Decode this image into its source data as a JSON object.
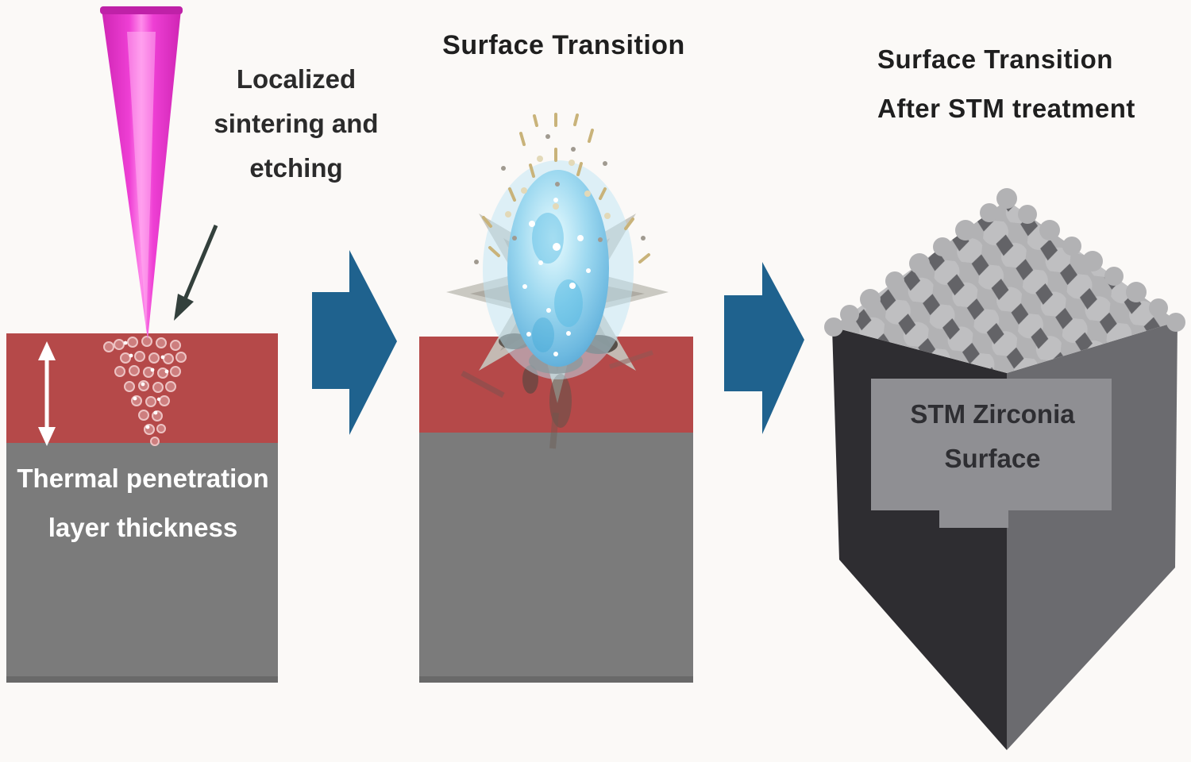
{
  "titles": {
    "middle": "Surface Transition",
    "right_line1": "Surface Transition",
    "right_line2": "After STM treatment"
  },
  "labels": {
    "laser_annotation_line1": "Localized",
    "laser_annotation_line2": "sintering and",
    "laser_annotation_line3": "etching",
    "thermal_line1": "Thermal penetration",
    "thermal_line2": "layer thickness",
    "cube_line1": "STM Zirconia",
    "cube_line2": "Surface"
  },
  "icons": {
    "laser_beam": "magenta-laser-cone",
    "flow_arrows": "teal-right-arrow",
    "thickness_arrow": "white-vertical-double-arrow",
    "annotation_arrow": "dark-diagonal-pointer",
    "plasma": "blue-plasma-burst",
    "cube": "textured-zirconia-block"
  },
  "colors": {
    "background": "#fbf9f7",
    "red_layer": "#b54949",
    "gray_layer": "#7b7b7b",
    "flow_arrow": "#1f628e",
    "laser_edge": "#cf25b4",
    "laser_core": "#ff8ceb",
    "plasma_blue": "#8ed2ee",
    "plasma_glow": "#bfe6f5",
    "spark_tan": "#c9b37a",
    "smudge_dark": "#4e4640",
    "cube_left_face": "#2e2d31",
    "cube_right_face": "#6b6b6f",
    "cube_panel": "#8f8f93",
    "cube_top_light": "#b2b2b4",
    "cube_bump_dark": "#636367",
    "title_text": "#1f1f1f",
    "thermal_text": "#ffffff"
  }
}
